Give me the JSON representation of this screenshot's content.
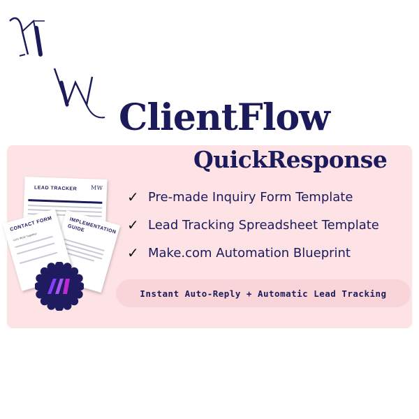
{
  "logo": {
    "letters": "MW",
    "icon": "mw-monogram"
  },
  "title": "ClientFlow",
  "subtitle": "QuickResponse",
  "features": [
    {
      "check": "✓",
      "label": "Pre-made Inquiry Form Template"
    },
    {
      "check": "✓",
      "label": "Lead Tracking Spreadsheet Template"
    },
    {
      "check": "✓",
      "label": "Make.com Automation Blueprint"
    }
  ],
  "tagline": "Instant Auto-Reply + Automatic Lead Tracking",
  "mockups": {
    "lead_tracker_title": "LEAD TRACKER",
    "lead_tracker_mark": "MW",
    "contact_form_title": "CONTACT FORM",
    "contact_form_text": "Let's Work Together",
    "guide_title_line1": "IMPLEMENTATION",
    "guide_title_line2": "GUIDE"
  },
  "colors": {
    "navy": "#1b1a5a",
    "card": "#fde3e6",
    "pill": "#f9d5da",
    "badge": "#1e1b5e",
    "badge_icon": "#8b3dff"
  }
}
